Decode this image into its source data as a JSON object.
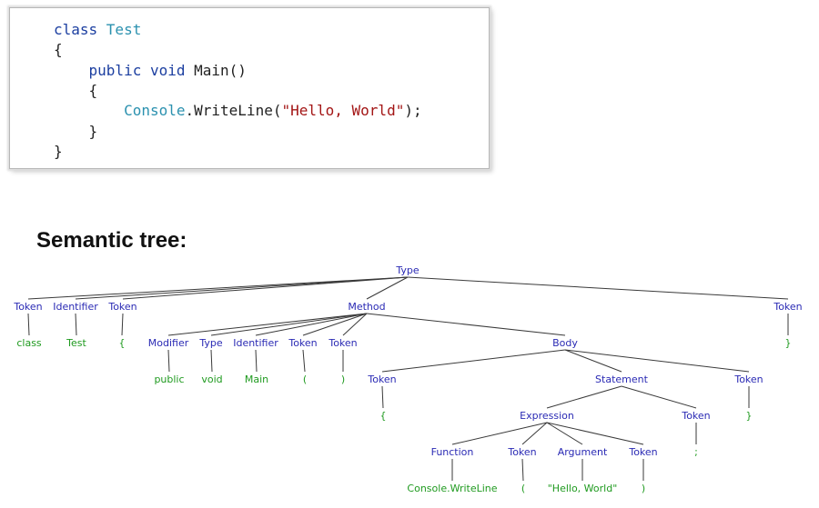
{
  "code": {
    "lines": [
      [
        {
          "t": "class ",
          "c": "kw"
        },
        {
          "t": "Test",
          "c": "tp"
        }
      ],
      [
        {
          "t": "{",
          "c": "pl"
        }
      ],
      [
        {
          "t": "    public void ",
          "c": "kw"
        },
        {
          "t": "Main()",
          "c": "pl"
        }
      ],
      [
        {
          "t": "    {",
          "c": "pl"
        }
      ],
      [
        {
          "t": "        Console",
          "c": "tp"
        },
        {
          "t": ".WriteLine(",
          "c": "pl"
        },
        {
          "t": "\"Hello, World\"",
          "c": "str"
        },
        {
          "t": ");",
          "c": "pl"
        }
      ],
      [
        {
          "t": "    }",
          "c": "pl"
        }
      ],
      [
        {
          "t": "}",
          "c": "pl"
        }
      ]
    ]
  },
  "section_title": "Semantic tree:",
  "colors": {
    "node": "#2a2ab4",
    "leaf": "#1f9a1f",
    "edge": "#3a3a3a"
  },
  "tree": {
    "nodes": [
      {
        "id": "type",
        "label": "Type",
        "kind": "node"
      },
      {
        "id": "tok_class",
        "label": "Token",
        "kind": "node"
      },
      {
        "id": "id_test",
        "label": "Identifier",
        "kind": "node"
      },
      {
        "id": "tok_lbrace",
        "label": "Token",
        "kind": "node"
      },
      {
        "id": "method",
        "label": "Method",
        "kind": "node"
      },
      {
        "id": "tok_rbrace",
        "label": "Token",
        "kind": "node"
      },
      {
        "id": "leaf_class",
        "label": "class",
        "kind": "leaf"
      },
      {
        "id": "leaf_test",
        "label": "Test",
        "kind": "leaf"
      },
      {
        "id": "leaf_lbrace",
        "label": "{",
        "kind": "leaf"
      },
      {
        "id": "leaf_rbrace",
        "label": "}",
        "kind": "leaf"
      },
      {
        "id": "modifier",
        "label": "Modifier",
        "kind": "node"
      },
      {
        "id": "m_type",
        "label": "Type",
        "kind": "node"
      },
      {
        "id": "m_ident",
        "label": "Identifier",
        "kind": "node"
      },
      {
        "id": "tok_lparen",
        "label": "Token",
        "kind": "node"
      },
      {
        "id": "tok_rparen",
        "label": "Token",
        "kind": "node"
      },
      {
        "id": "body",
        "label": "Body",
        "kind": "node"
      },
      {
        "id": "leaf_public",
        "label": "public",
        "kind": "leaf"
      },
      {
        "id": "leaf_void",
        "label": "void",
        "kind": "leaf"
      },
      {
        "id": "leaf_main",
        "label": "Main",
        "kind": "leaf"
      },
      {
        "id": "leaf_lparen",
        "label": "(",
        "kind": "leaf"
      },
      {
        "id": "leaf_rparen",
        "label": ")",
        "kind": "leaf"
      },
      {
        "id": "b_tok_l",
        "label": "Token",
        "kind": "node"
      },
      {
        "id": "statement",
        "label": "Statement",
        "kind": "node"
      },
      {
        "id": "b_tok_r",
        "label": "Token",
        "kind": "node"
      },
      {
        "id": "leaf_b_lbrace",
        "label": "{",
        "kind": "leaf"
      },
      {
        "id": "leaf_b_rbrace",
        "label": "}",
        "kind": "leaf"
      },
      {
        "id": "expression",
        "label": "Expression",
        "kind": "node"
      },
      {
        "id": "s_tok",
        "label": "Token",
        "kind": "node"
      },
      {
        "id": "leaf_semi",
        "label": ";",
        "kind": "leaf"
      },
      {
        "id": "function",
        "label": "Function",
        "kind": "node"
      },
      {
        "id": "e_tok_l",
        "label": "Token",
        "kind": "node"
      },
      {
        "id": "argument",
        "label": "Argument",
        "kind": "node"
      },
      {
        "id": "e_tok_r",
        "label": "Token",
        "kind": "node"
      },
      {
        "id": "leaf_console",
        "label": "Console.WriteLine",
        "kind": "leaf"
      },
      {
        "id": "leaf_e_lparen",
        "label": "(",
        "kind": "leaf"
      },
      {
        "id": "leaf_hello",
        "label": "\"Hello, World\"",
        "kind": "leaf"
      },
      {
        "id": "leaf_e_rparen",
        "label": ")",
        "kind": "leaf"
      }
    ],
    "edges": [
      [
        "type",
        "tok_class"
      ],
      [
        "type",
        "id_test"
      ],
      [
        "type",
        "tok_lbrace"
      ],
      [
        "type",
        "method"
      ],
      [
        "type",
        "tok_rbrace"
      ],
      [
        "tok_class",
        "leaf_class"
      ],
      [
        "id_test",
        "leaf_test"
      ],
      [
        "tok_lbrace",
        "leaf_lbrace"
      ],
      [
        "tok_rbrace",
        "leaf_rbrace"
      ],
      [
        "method",
        "modifier"
      ],
      [
        "method",
        "m_type"
      ],
      [
        "method",
        "m_ident"
      ],
      [
        "method",
        "tok_lparen"
      ],
      [
        "method",
        "tok_rparen"
      ],
      [
        "method",
        "body"
      ],
      [
        "modifier",
        "leaf_public"
      ],
      [
        "m_type",
        "leaf_void"
      ],
      [
        "m_ident",
        "leaf_main"
      ],
      [
        "tok_lparen",
        "leaf_lparen"
      ],
      [
        "tok_rparen",
        "leaf_rparen"
      ],
      [
        "body",
        "b_tok_l"
      ],
      [
        "body",
        "statement"
      ],
      [
        "body",
        "b_tok_r"
      ],
      [
        "b_tok_l",
        "leaf_b_lbrace"
      ],
      [
        "b_tok_r",
        "leaf_b_rbrace"
      ],
      [
        "statement",
        "expression"
      ],
      [
        "statement",
        "s_tok"
      ],
      [
        "s_tok",
        "leaf_semi"
      ],
      [
        "expression",
        "function"
      ],
      [
        "expression",
        "e_tok_l"
      ],
      [
        "expression",
        "argument"
      ],
      [
        "expression",
        "e_tok_r"
      ],
      [
        "function",
        "leaf_console"
      ],
      [
        "e_tok_l",
        "leaf_e_lparen"
      ],
      [
        "argument",
        "leaf_hello"
      ],
      [
        "e_tok_r",
        "leaf_e_rparen"
      ]
    ]
  }
}
